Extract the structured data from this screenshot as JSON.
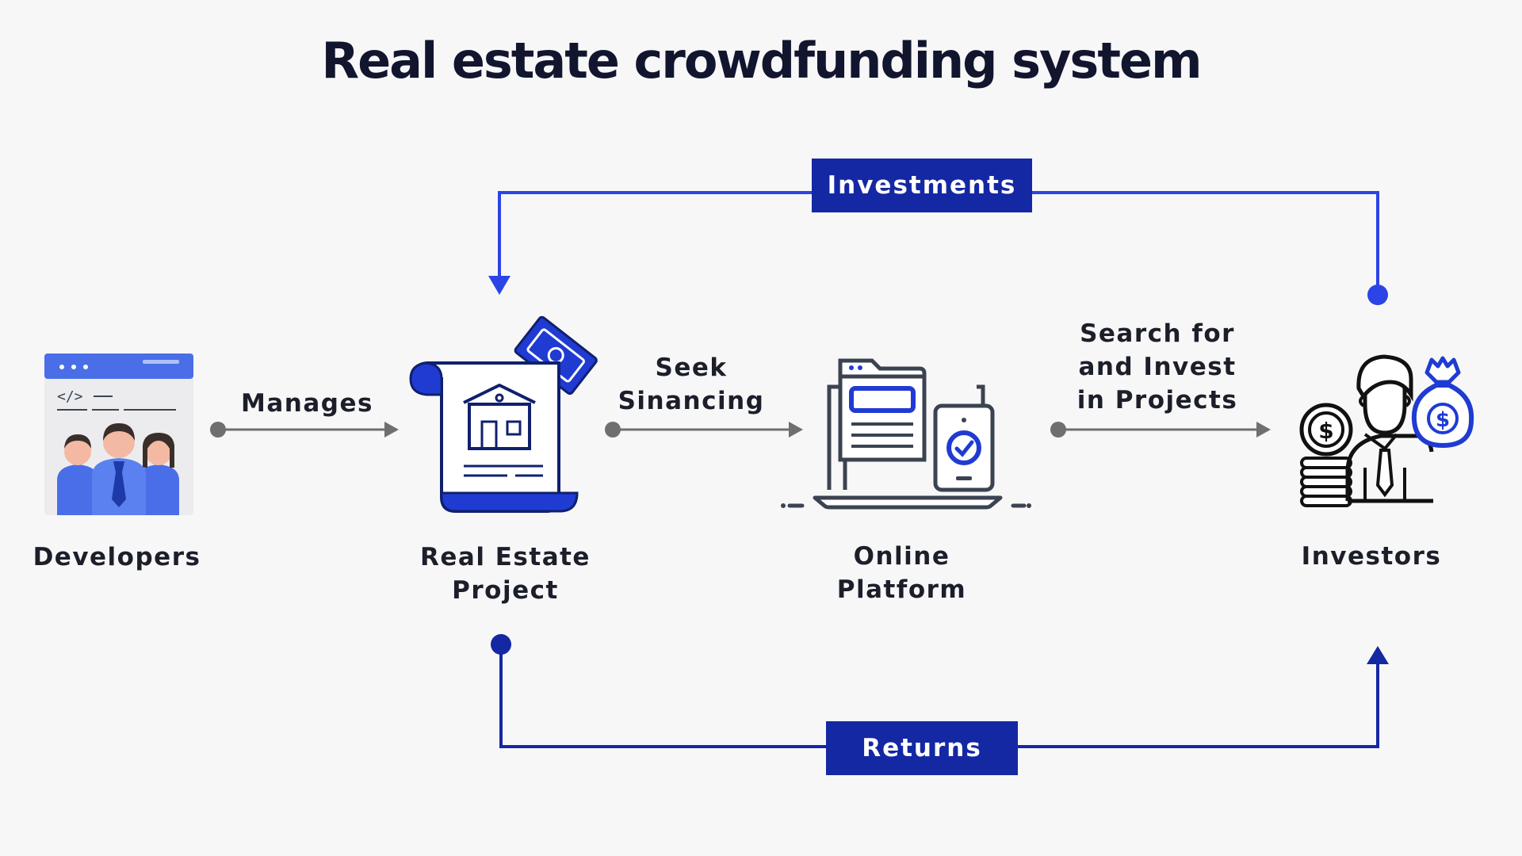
{
  "title": "Real estate crowdfunding system",
  "nodes": [
    {
      "id": "developers",
      "label_lines": [
        "Developers"
      ]
    },
    {
      "id": "project",
      "label_lines": [
        "Real Estate",
        "Project"
      ]
    },
    {
      "id": "platform",
      "label_lines": [
        "Online",
        "Platform"
      ]
    },
    {
      "id": "investors",
      "label_lines": [
        "Investors"
      ]
    }
  ],
  "edges": [
    {
      "from": "developers",
      "to": "project",
      "label_lines": [
        "Manages"
      ]
    },
    {
      "from": "project",
      "to": "platform",
      "label_lines": [
        "Seek",
        "Sinancing"
      ]
    },
    {
      "from": "platform",
      "to": "investors",
      "label_lines": [
        "Search for",
        "and Invest",
        "in Projects"
      ]
    }
  ],
  "loops": {
    "investments": {
      "label": "Investments",
      "from": "investors",
      "to": "project"
    },
    "returns": {
      "label": "Returns",
      "from": "project",
      "to": "investors"
    }
  },
  "colors": {
    "background": "#f7f7f8",
    "title": "#12152e",
    "text": "#1c1f2a",
    "navy": "#1428a4",
    "royal_blue": "#2c44e6",
    "gray_connector": "#6f6f6f",
    "icon_blue": "#4a6ee8",
    "icon_dark": "#3b4350"
  },
  "icons": {
    "developers": "developer-team-icon",
    "project": "real-estate-document-icon",
    "platform": "online-devices-icon",
    "investors": "investor-money-icon"
  }
}
